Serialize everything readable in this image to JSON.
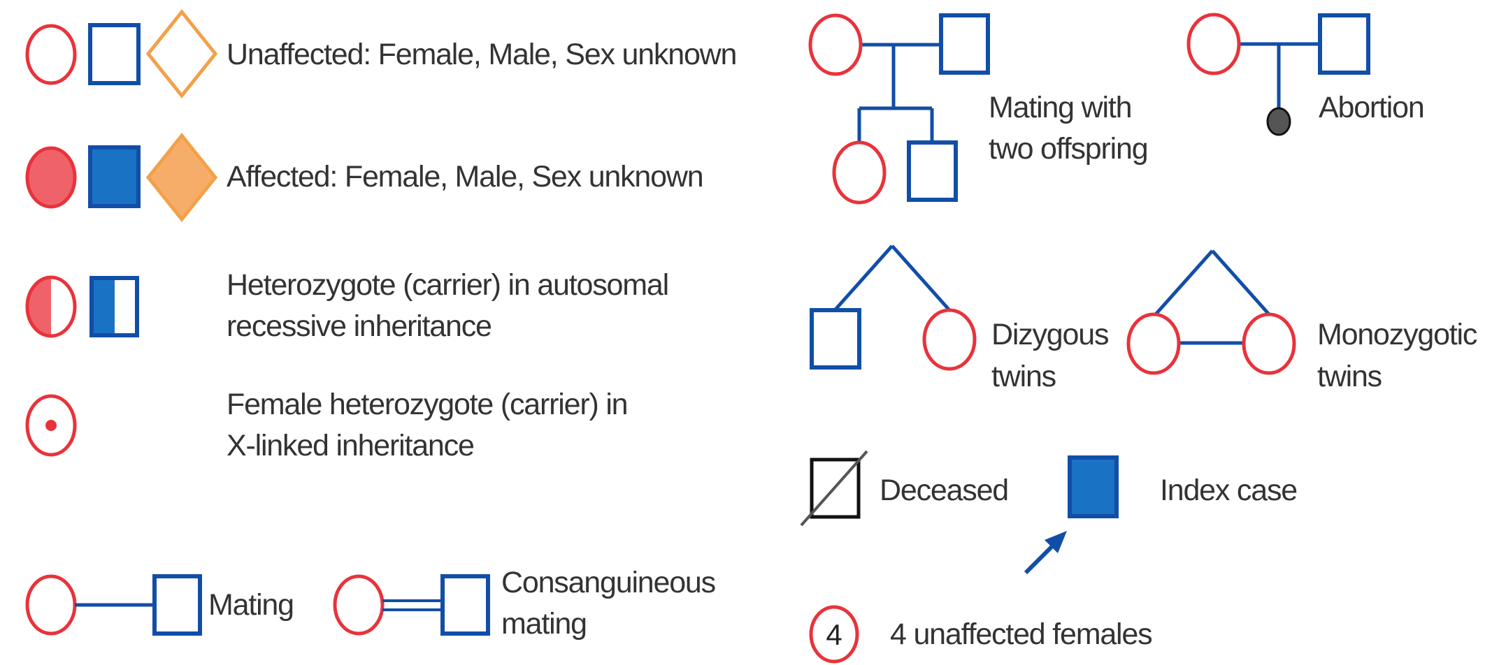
{
  "colors": {
    "female_stroke": "#e8333b",
    "female_fill": "#f0626a",
    "male_stroke": "#114ea8",
    "male_fill": "#1a72c4",
    "unknown_stroke": "#f2a14a",
    "unknown_fill": "#f7ad6a",
    "line": "#114ea8",
    "abortion_fill": "#555555",
    "deceased_stroke": "#111111",
    "text": "#333333"
  },
  "labels": {
    "unaffected": "Unaffected: Female, Male, Sex unknown",
    "affected": "Affected: Female, Male, Sex unknown",
    "heterozygote_line1": "Heterozygote (carrier) in autosomal",
    "heterozygote_line2": "recessive inheritance",
    "xlinked_line1": "Female heterozygote (carrier) in",
    "xlinked_line2": "X-linked inheritance",
    "mating": "Mating",
    "consanguineous_line1": "Consanguineous",
    "consanguineous_line2": "mating",
    "two_offspring_line1": "Mating with",
    "two_offspring_line2": "two offspring",
    "abortion": "Abortion",
    "dizygous_line1": "Dizygous",
    "dizygous_line2": "twins",
    "monozygotic_line1": "Monozygotic",
    "monozygotic_line2": "twins",
    "deceased": "Deceased",
    "index_case": "Index case",
    "count_symbol": "4",
    "unaffected_females": "4 unaffected females"
  }
}
